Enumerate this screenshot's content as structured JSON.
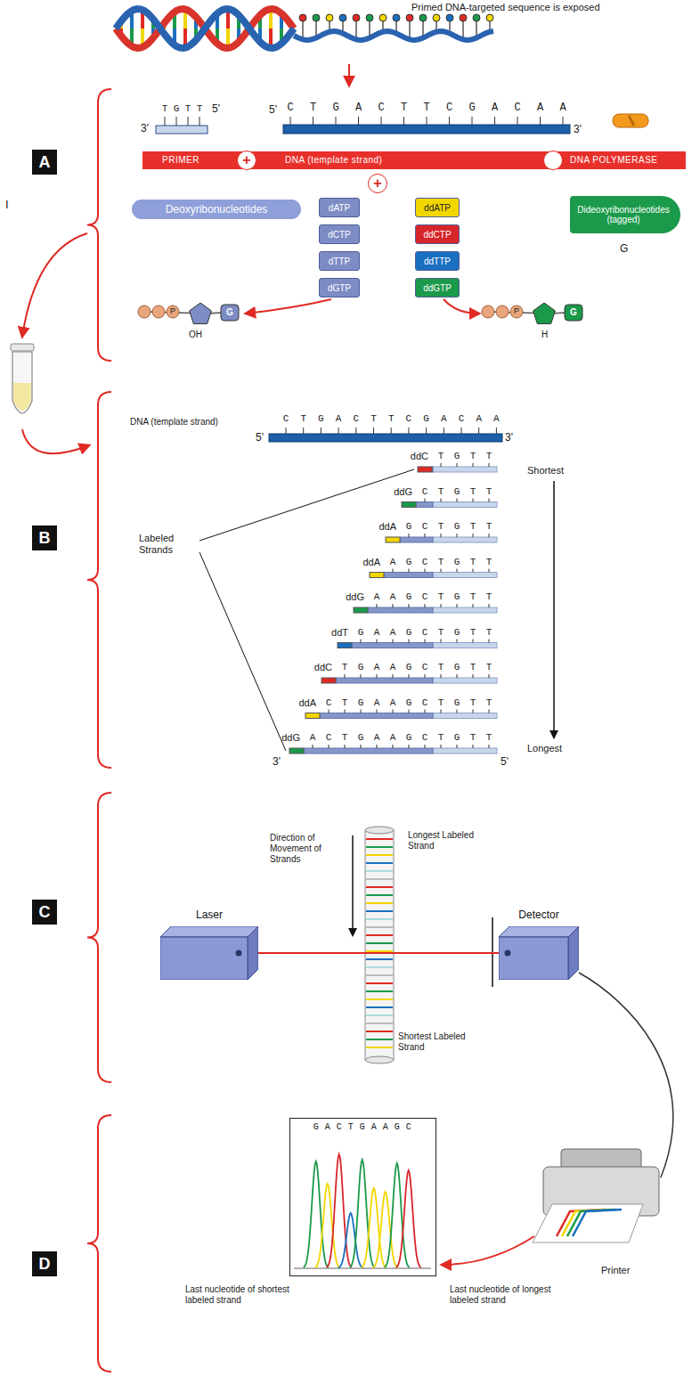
{
  "diagram": {
    "nodes": [
      {
        "text": [
          "A"
        ]
      },
      {
        "text": [
          "PRIMER",
          "DNA (template strand)",
          "DNA POLYMERASE"
        ]
      },
      {
        "text": [
          "+"
        ]
      },
      {
        "text": [
          "+"
        ]
      },
      {
        "text": [
          "Deoxyribonucleotides"
        ]
      },
      {
        "text": [
          "dATP"
        ]
      },
      {
        "text": [
          "dCTP"
        ]
      },
      {
        "text": [
          "dTTP"
        ]
      },
      {
        "text": [
          "dGTP"
        ]
      },
      {
        "text": [
          "ddATP"
        ]
      },
      {
        "text": [
          "ddCTP"
        ]
      },
      {
        "text": [
          "ddTTP"
        ]
      },
      {
        "text": [
          "ddGTP"
        ]
      },
      {
        "text": [
          "Dideoxyribonucleotides (tagged)"
        ]
      },
      {
        "text": [
          "B"
        ]
      },
      {
        "text": [
          "C"
        ]
      },
      {
        "text": [
          "Laser"
        ]
      },
      {
        "text": [
          "Detector"
        ]
      },
      {
        "text": [
          "D"
        ]
      },
      {
        "text": [
          "G A C T G A A G C"
        ]
      }
    ],
    "edges": [
      {
        "from": 16,
        "to": 17,
        "arrow": "none"
      }
    ],
    "labels": [
      "Primed DNA-targeted sequence is exposed",
      "I",
      "3'",
      "T G T T",
      "5'",
      "5'",
      "C T G A C T T C G A C A A",
      "3'",
      "G",
      "P",
      "G",
      "OH",
      "P",
      "G",
      "H",
      "DNA (template strand)",
      "5'",
      "C T G A C T T C G A C A A",
      "3'",
      "ddC",
      "T G T T",
      "ddG",
      "C T G T T",
      "ddA",
      "G C T G T T",
      "ddA",
      "A G C T G T T",
      "ddG",
      "A A G C T G T T",
      "ddT",
      "G A A G C T G T T",
      "ddC",
      "T G A A G C T G T T",
      "ddA",
      "C T G A A G C T G T T",
      "ddG",
      "A C T G A A G C T G T T",
      "Shortest",
      "Labeled Strands",
      "Longest",
      "3'",
      "5'",
      "Direction of Movement of Strands",
      "Longest Labeled Strand",
      "Shortest Labeled Strand",
      "Last nucleotide of shortest labeled strand",
      "Last nucleotide of longest labeled strand",
      "Printer"
    ]
  }
}
